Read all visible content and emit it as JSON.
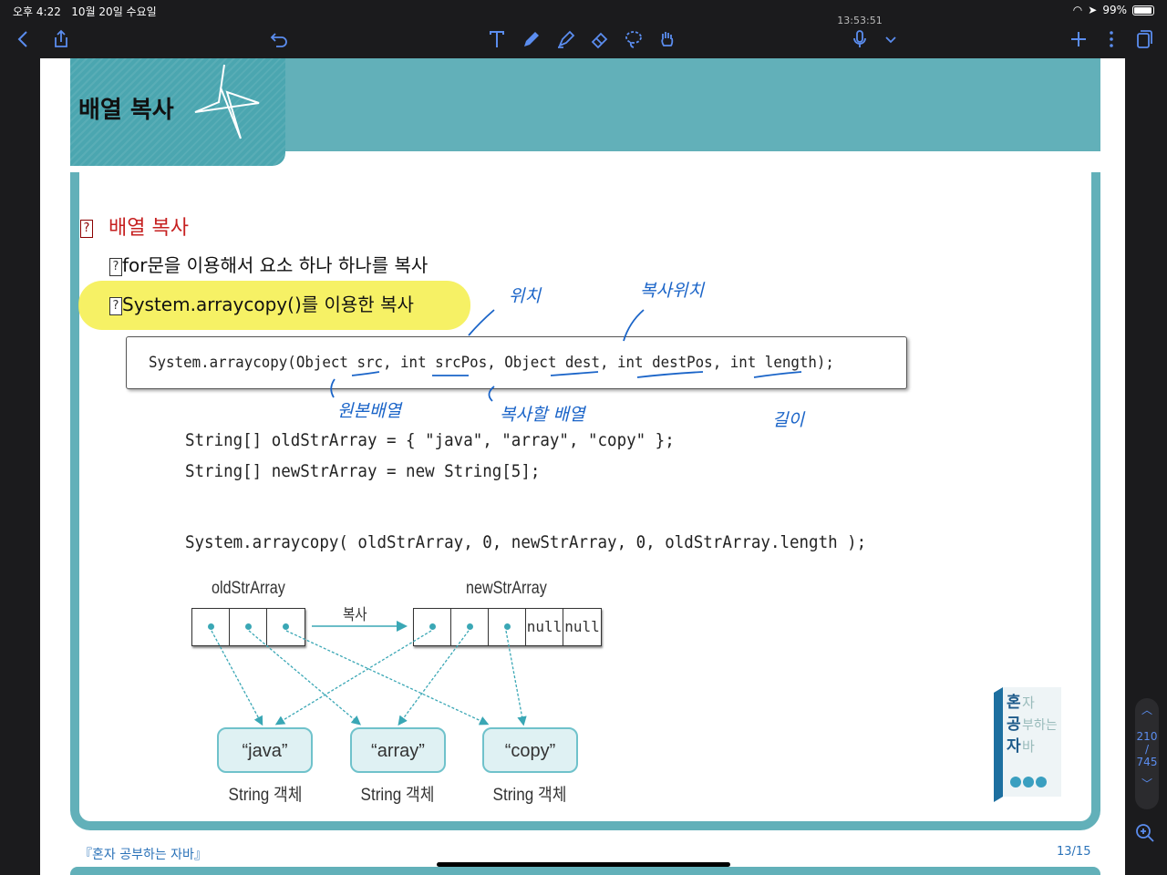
{
  "status": {
    "time": "오후 4:22",
    "date": "10월 20일 수요일",
    "battery": "99%"
  },
  "toolbar": {
    "clock": "13:53:51"
  },
  "slide": {
    "title": "배열 복사",
    "heading": "배열 복사",
    "bullets": [
      "for문을 이용해서 요소 하나 하나를 복사",
      "System.arraycopy()를 이용한 복사"
    ],
    "q_mark": "?",
    "signature": "System.arraycopy(Object src, int srcPos, Object dest, int destPos, int length);",
    "code_line1": "String[] oldStrArray = { \"java\", \"array\", \"copy\" };",
    "code_line2": "String[] newStrArray = new String[5];",
    "code_line3": "System.arraycopy( oldStrArray, 0, newStrArray, 0, oldStrArray.length );",
    "diagram": {
      "old_label": "oldStrArray",
      "new_label": "newStrArray",
      "copy_label": "복사",
      "null1": "null",
      "null2": "null",
      "strings": [
        "“java”",
        "“array”",
        "“copy”"
      ],
      "caption": "String 객체"
    },
    "handwriting": {
      "pos": "위치",
      "copy_pos": "복사위치",
      "source": "원본배열",
      "target": "복사할 배열",
      "length": "길이"
    },
    "footer_title": "『혼자 공부하는 자바』",
    "page_num": "13/15"
  },
  "book": {
    "title_chars": [
      "혼",
      "공",
      "자"
    ],
    "title_rest": [
      "자",
      "부하는",
      "바"
    ]
  },
  "scroller": {
    "current": "210",
    "total": "745"
  },
  "colors": {
    "accent": "#5b8def",
    "teal": "#62b0b9",
    "highlight": "#f4ee4a",
    "heading_red": "#c62020",
    "ink_blue": "#1a64c8"
  }
}
